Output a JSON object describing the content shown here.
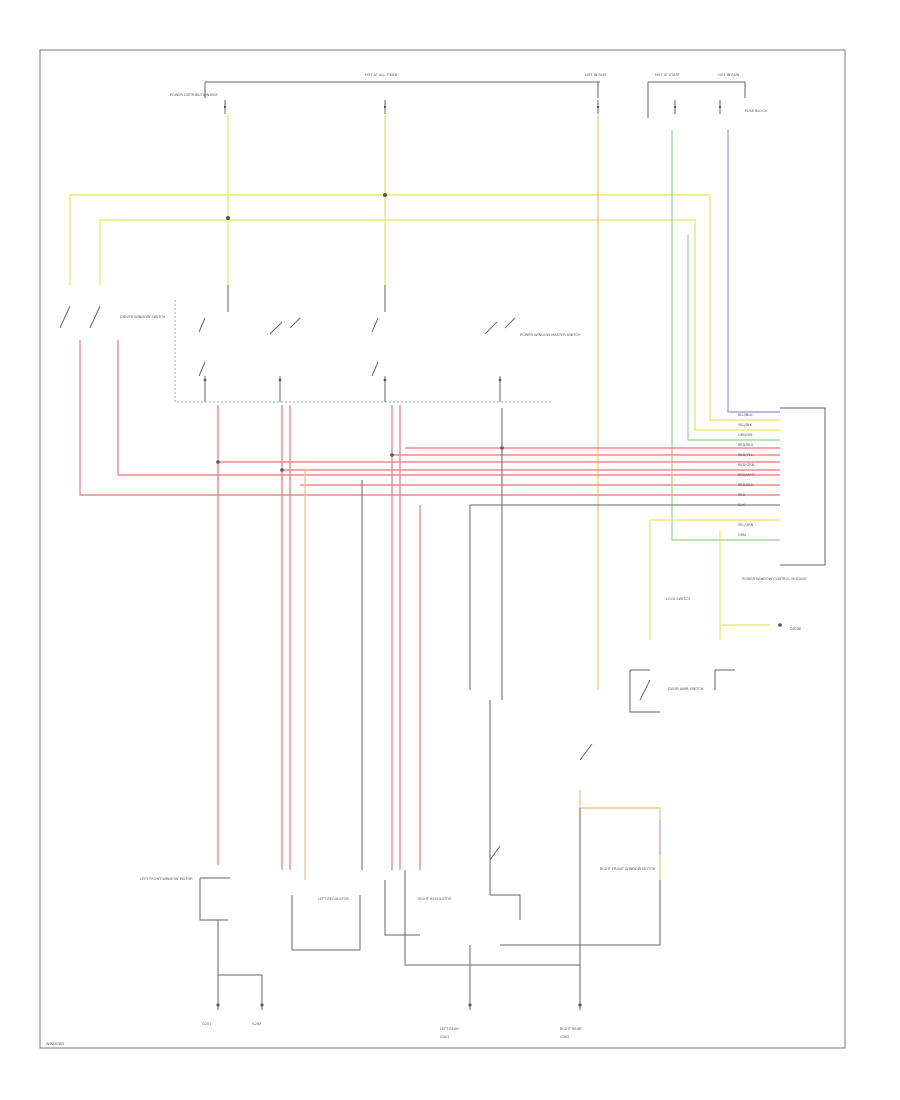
{
  "diagram": {
    "colors": {
      "yellow": "#e8e87a",
      "red": "#f08a8a",
      "orange": "#f5c48e",
      "green": "#9ad08e",
      "blue": "#8f8fe6",
      "purple": "#c8a0d8",
      "frame": "#777777"
    },
    "labels": {
      "fuse_top_1": "HOT AT ALL TIMES",
      "fuse_top_2": "HOT IN RUN",
      "fuse_top_3": "HOT AT START",
      "fuse_top_4": "HOT IN RUN",
      "power_dist": "POWER DISTRIBUTION BOX",
      "fuse_box": "FUSE BLOCK",
      "driver_window_switch": "DRIVER WINDOW SWITCH",
      "master_switch": "POWER WINDOW MASTER SWITCH",
      "window_ctrl_module": "POWER WINDOW CONTROL MODULE",
      "diode": "DIODE",
      "door_jamb_switch": "DOOR JAMB SWITCH",
      "motor_left": "LEFT FRONT WINDOW MOTOR",
      "motor_right": "RIGHT FRONT WINDOW MOTOR",
      "regulator_left": "LEFT REGULATOR",
      "regulator_right": "RIGHT REGULATOR",
      "lock_switch": "LOCK SWITCH",
      "left_rear": "LEFT REAR",
      "right_rear": "RIGHT REAR",
      "ground_1": "G201",
      "ground_2": "G202",
      "ground_3": "G301",
      "ground_4": "G302",
      "sheet_id": "WINDOWS"
    }
  }
}
